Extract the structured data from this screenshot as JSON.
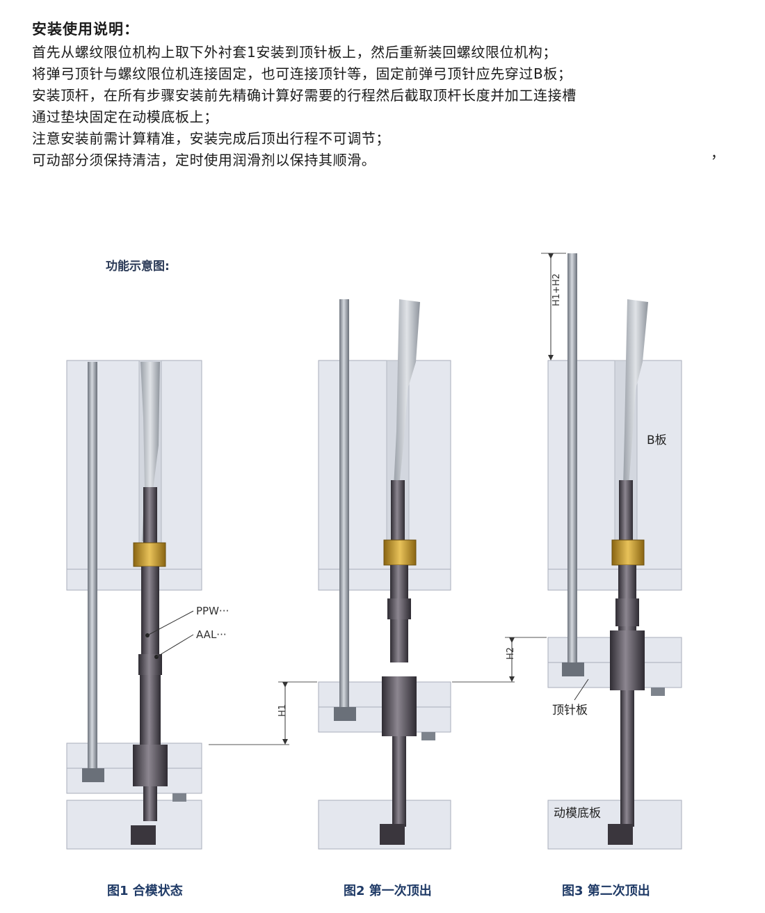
{
  "instructions": {
    "title": "安装使用说明：",
    "lines": [
      "首先从螺纹限位机构上取下外衬套1安装到顶针板上，然后重新装回螺纹限位机构；",
      "将弹弓顶针与螺纹限位机连接固定，也可连接顶针等，固定前弹弓顶针应先穿过B板；",
      "安装顶杆，在所有步骤安装前先精确计算好需要的行程然后截取顶杆长度并加工连接槽",
      "通过垫块固定在动模底板上；",
      "注意安装前需计算精准，安装完成后顶出行程不可调节；",
      "可动部分须保持清洁，定时使用润滑剂以保持其顺滑。"
    ],
    "stray_mark": "，"
  },
  "function_title": "功能示意图:",
  "labels": {
    "ppw": "PPW···",
    "aal": "AAL···",
    "h1": "H1",
    "h2": "H2",
    "h1h2": "H1+H2",
    "b_plate": "B板",
    "ejector_plate": "顶针板",
    "bottom_plate": "动模底板"
  },
  "captions": {
    "fig1": "图1  合模状态",
    "fig2": "图2 第一次顶出",
    "fig3": "图3 第二次顶出"
  },
  "colors": {
    "plate": "#e4e7ee",
    "plate_edge": "#a9aebb",
    "rod": "#8d939c",
    "shaft_dark": "#4a4650",
    "brass": "#c79a2a",
    "caption": "#1f3a66"
  }
}
